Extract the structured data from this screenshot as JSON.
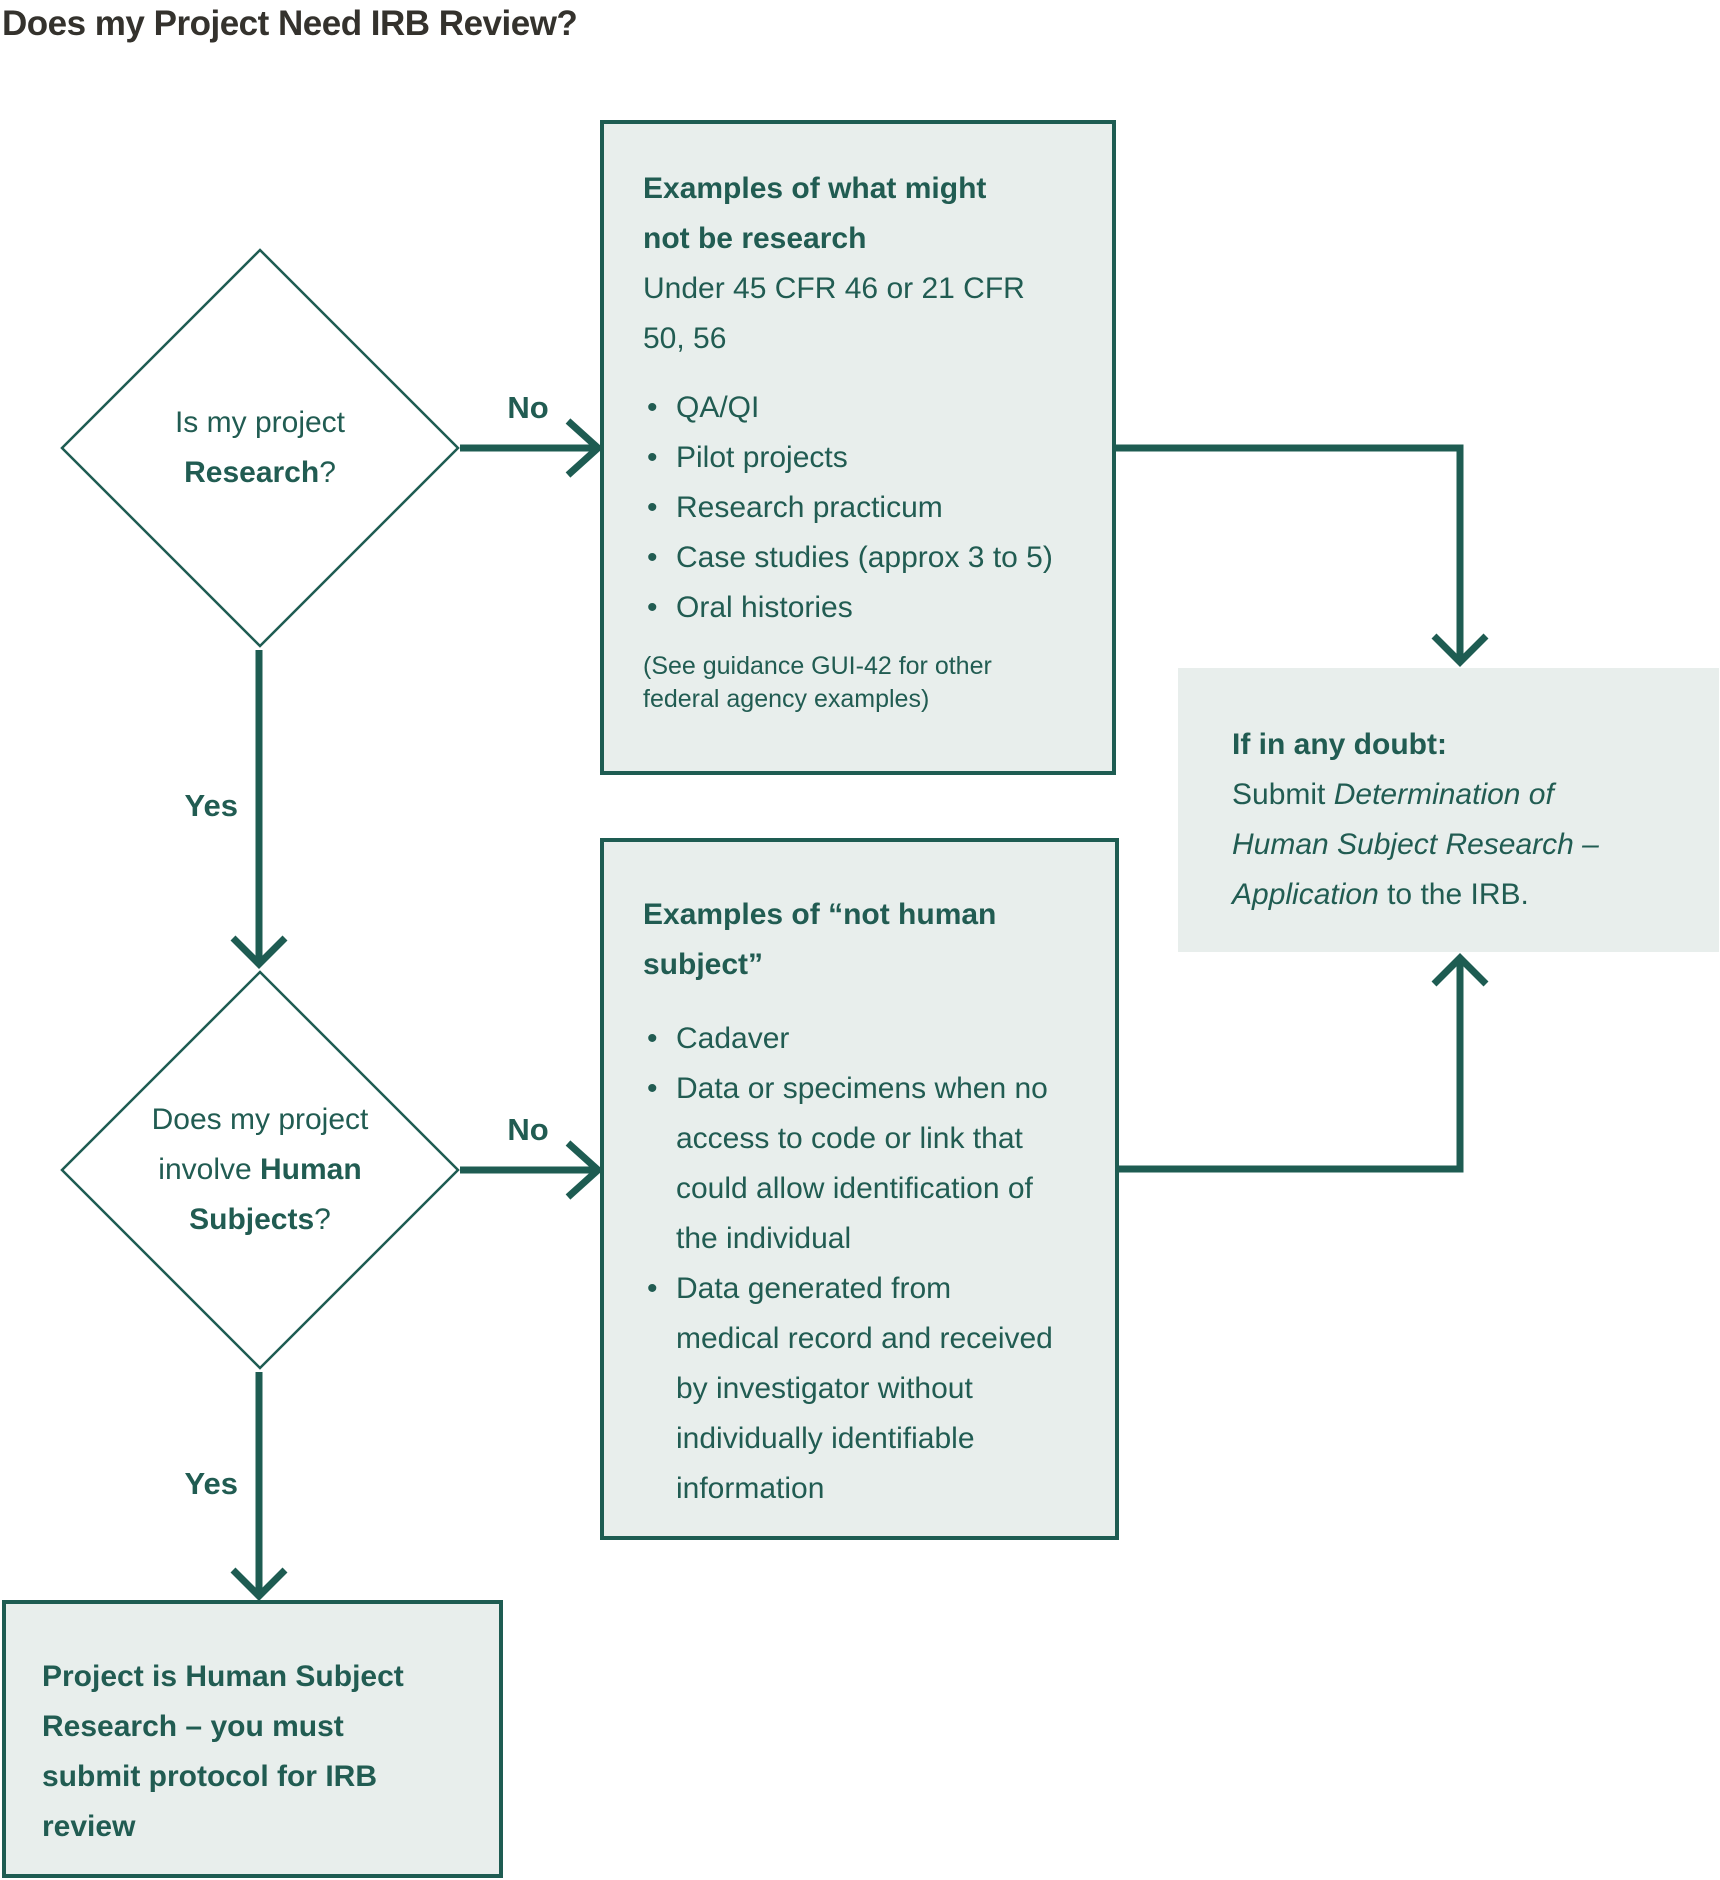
{
  "title": "Does my Project Need IRB Review?",
  "colors": {
    "teal": "#1e5c52",
    "text_teal": "#215c52",
    "box_fill": "#e8eeec",
    "title_text": "#34322d",
    "background": "#ffffff"
  },
  "diamonds": {
    "research": {
      "text": [
        {
          "t": "Is my project"
        },
        {
          "br": true
        },
        {
          "t": "Research",
          "b": true
        },
        {
          "t": "?"
        }
      ]
    },
    "human_subjects": {
      "text": [
        {
          "t": "Does my project"
        },
        {
          "br": true
        },
        {
          "t": "involve "
        },
        {
          "t": "Human",
          "b": true
        },
        {
          "br": true
        },
        {
          "t": "Subjects",
          "b": true
        },
        {
          "t": "?"
        }
      ]
    }
  },
  "edge_labels": {
    "no_research": "No",
    "yes_research": "Yes",
    "no_human": "No",
    "yes_human": "Yes"
  },
  "boxes": {
    "not_research": {
      "heading": [
        {
          "t": "Examples of what might",
          "b": true
        },
        {
          "br": true
        },
        {
          "t": "not be research",
          "b": true
        },
        {
          "br": true
        },
        {
          "t": "Under 45 CFR 46 or 21 CFR"
        },
        {
          "br": true
        },
        {
          "t": "50, 56"
        }
      ],
      "bullets": [
        "QA/QI",
        "Pilot projects",
        "Research practicum",
        "Case studies (approx 3 to 5)",
        "Oral histories"
      ],
      "note": [
        {
          "t": "(See guidance GUI-42 for other"
        },
        {
          "br": true
        },
        {
          "t": "federal agency examples)"
        }
      ]
    },
    "not_human_subject": {
      "heading": [
        {
          "t": "Examples of “not human",
          "b": true
        },
        {
          "br": true
        },
        {
          "t": "subject”",
          "b": true
        }
      ],
      "bullets": [
        "Cadaver",
        [
          "Data or specimens when no",
          "access to code or link that",
          "could allow identification of",
          "the individual"
        ],
        [
          "Data generated from",
          "medical record and received",
          "by investigator without",
          "individually identifiable",
          "information"
        ]
      ]
    },
    "doubt": {
      "text": [
        {
          "t": "If in any doubt:",
          "b": true
        },
        {
          "br": true
        },
        {
          "t": "Submit "
        },
        {
          "t": "Determination of",
          "i": true
        },
        {
          "br": true
        },
        {
          "t": "Human Subject Research –",
          "i": true
        },
        {
          "br": true
        },
        {
          "t": "Application",
          "i": true
        },
        {
          "t": " to the IRB."
        }
      ]
    },
    "outcome": {
      "text": [
        {
          "t": "Project is Human Subject",
          "b": true
        },
        {
          "br": true
        },
        {
          "t": "Research – you must",
          "b": true
        },
        {
          "br": true
        },
        {
          "t": "submit protocol for IRB",
          "b": true
        },
        {
          "br": true
        },
        {
          "t": "review",
          "b": true
        }
      ]
    }
  }
}
